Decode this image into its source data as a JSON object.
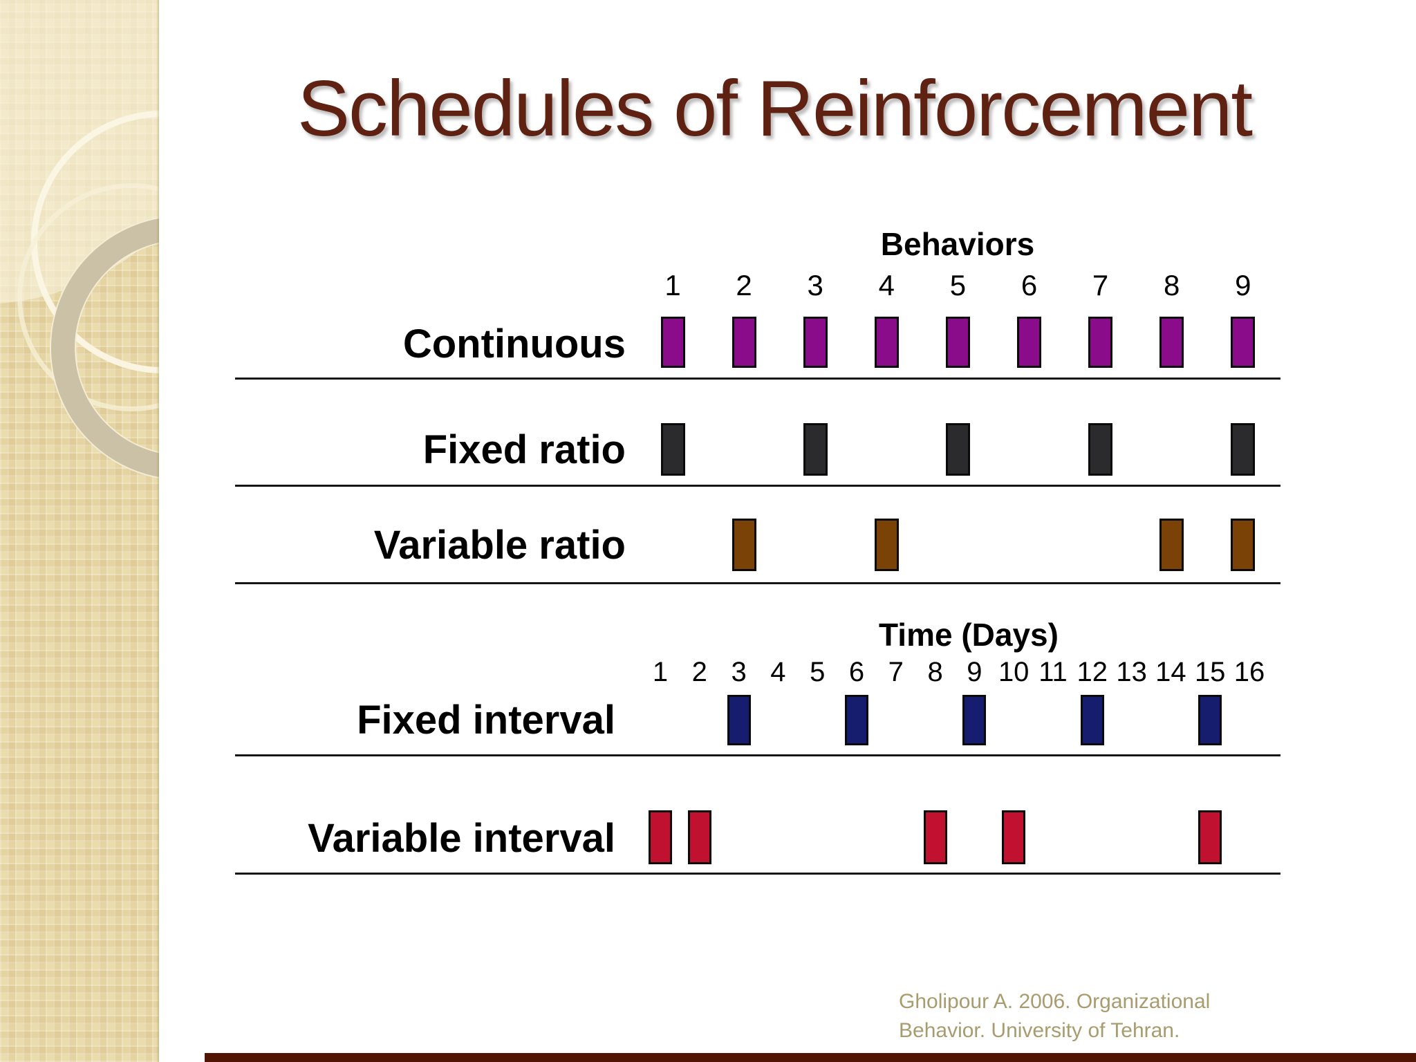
{
  "slide": {
    "title": "Schedules of Reinforcement",
    "citation_line1": "Gholipour A. 2006. Organizational",
    "citation_line2": "Behavior. University of Tehran.",
    "colors": {
      "title": "#5E2112",
      "sidebar_base": "#EBDCAD",
      "footer_text": "#A89C6E",
      "bottom_bar": "#511505",
      "bar_border": "#0a0a0a",
      "baseline": "#151515"
    }
  },
  "chart_data": [
    {
      "type": "bar",
      "title": "Behaviors",
      "x": [
        1,
        2,
        3,
        4,
        5,
        6,
        7,
        8,
        9
      ],
      "xlabel": "Behaviors",
      "note": "vertical tick bars mark which numbered behavior receives reinforcement",
      "series": [
        {
          "name": "Continuous",
          "marks": [
            1,
            2,
            3,
            4,
            5,
            6,
            7,
            8,
            9
          ],
          "color": "#8A0C8A"
        },
        {
          "name": "Fixed ratio",
          "marks": [
            1,
            3,
            5,
            7,
            9
          ],
          "color": "#2B2B2E"
        },
        {
          "name": "Variable ratio",
          "marks": [
            2,
            4,
            8,
            9
          ],
          "color": "#7A4207"
        }
      ]
    },
    {
      "type": "bar",
      "title": "Time (Days)",
      "x": [
        1,
        2,
        3,
        4,
        5,
        6,
        7,
        8,
        9,
        10,
        11,
        12,
        13,
        14,
        15,
        16
      ],
      "xlabel": "Time (Days)",
      "note": "vertical tick bars mark on which day reinforcement is delivered",
      "series": [
        {
          "name": "Fixed interval",
          "marks": [
            3,
            6,
            9,
            12,
            15
          ],
          "color": "#161C6E"
        },
        {
          "name": "Variable interval",
          "marks": [
            1,
            2,
            8,
            10,
            15
          ],
          "color": "#C01230"
        }
      ]
    }
  ]
}
